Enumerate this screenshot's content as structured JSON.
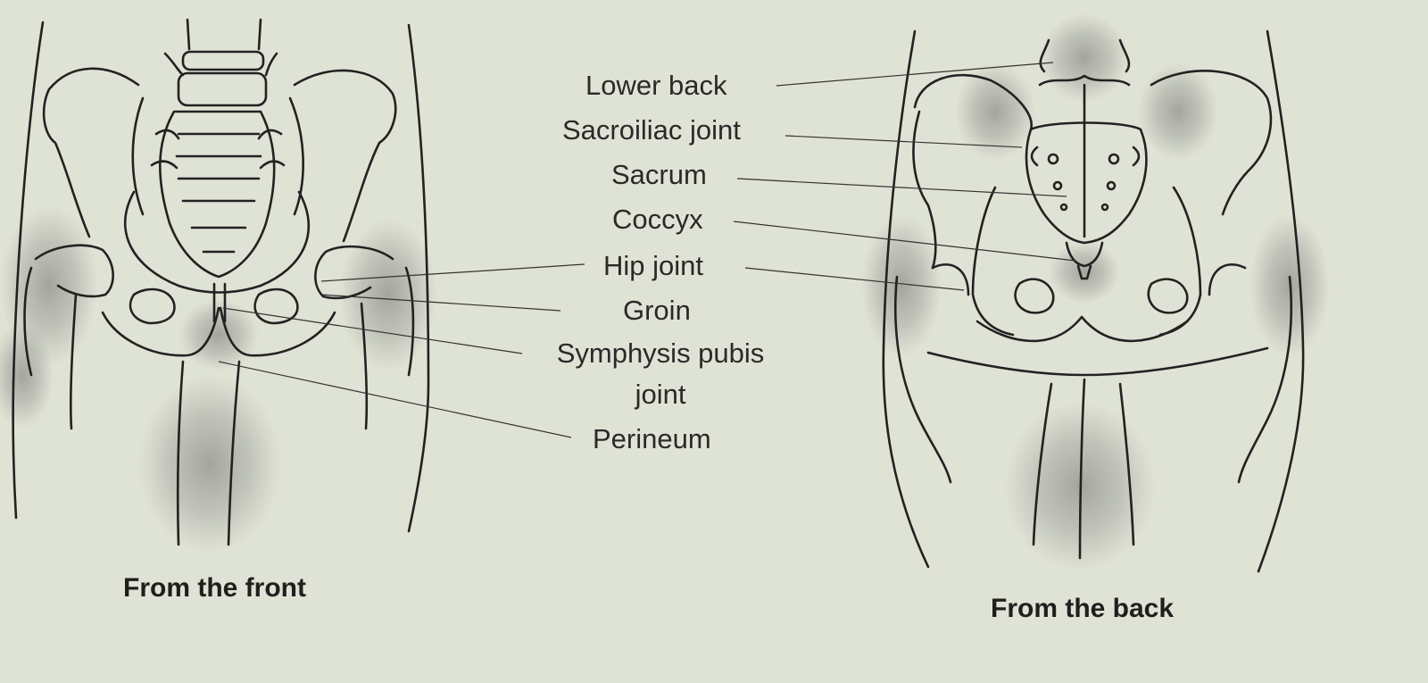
{
  "labels": {
    "lower_back": "Lower back",
    "sacroiliac_joint": "Sacroiliac joint",
    "sacrum": "Sacrum",
    "coccyx": "Coccyx",
    "hip_joint": "Hip joint",
    "groin": "Groin",
    "symphysis_line1": "Symphysis pubis",
    "symphysis_line2": "joint",
    "perineum": "Perineum"
  },
  "captions": {
    "front": "From the front",
    "back": "From the back"
  },
  "colors": {
    "background": "#dfe3d5",
    "ink": "#2a2a28",
    "pain_shading": "#8f918b"
  }
}
